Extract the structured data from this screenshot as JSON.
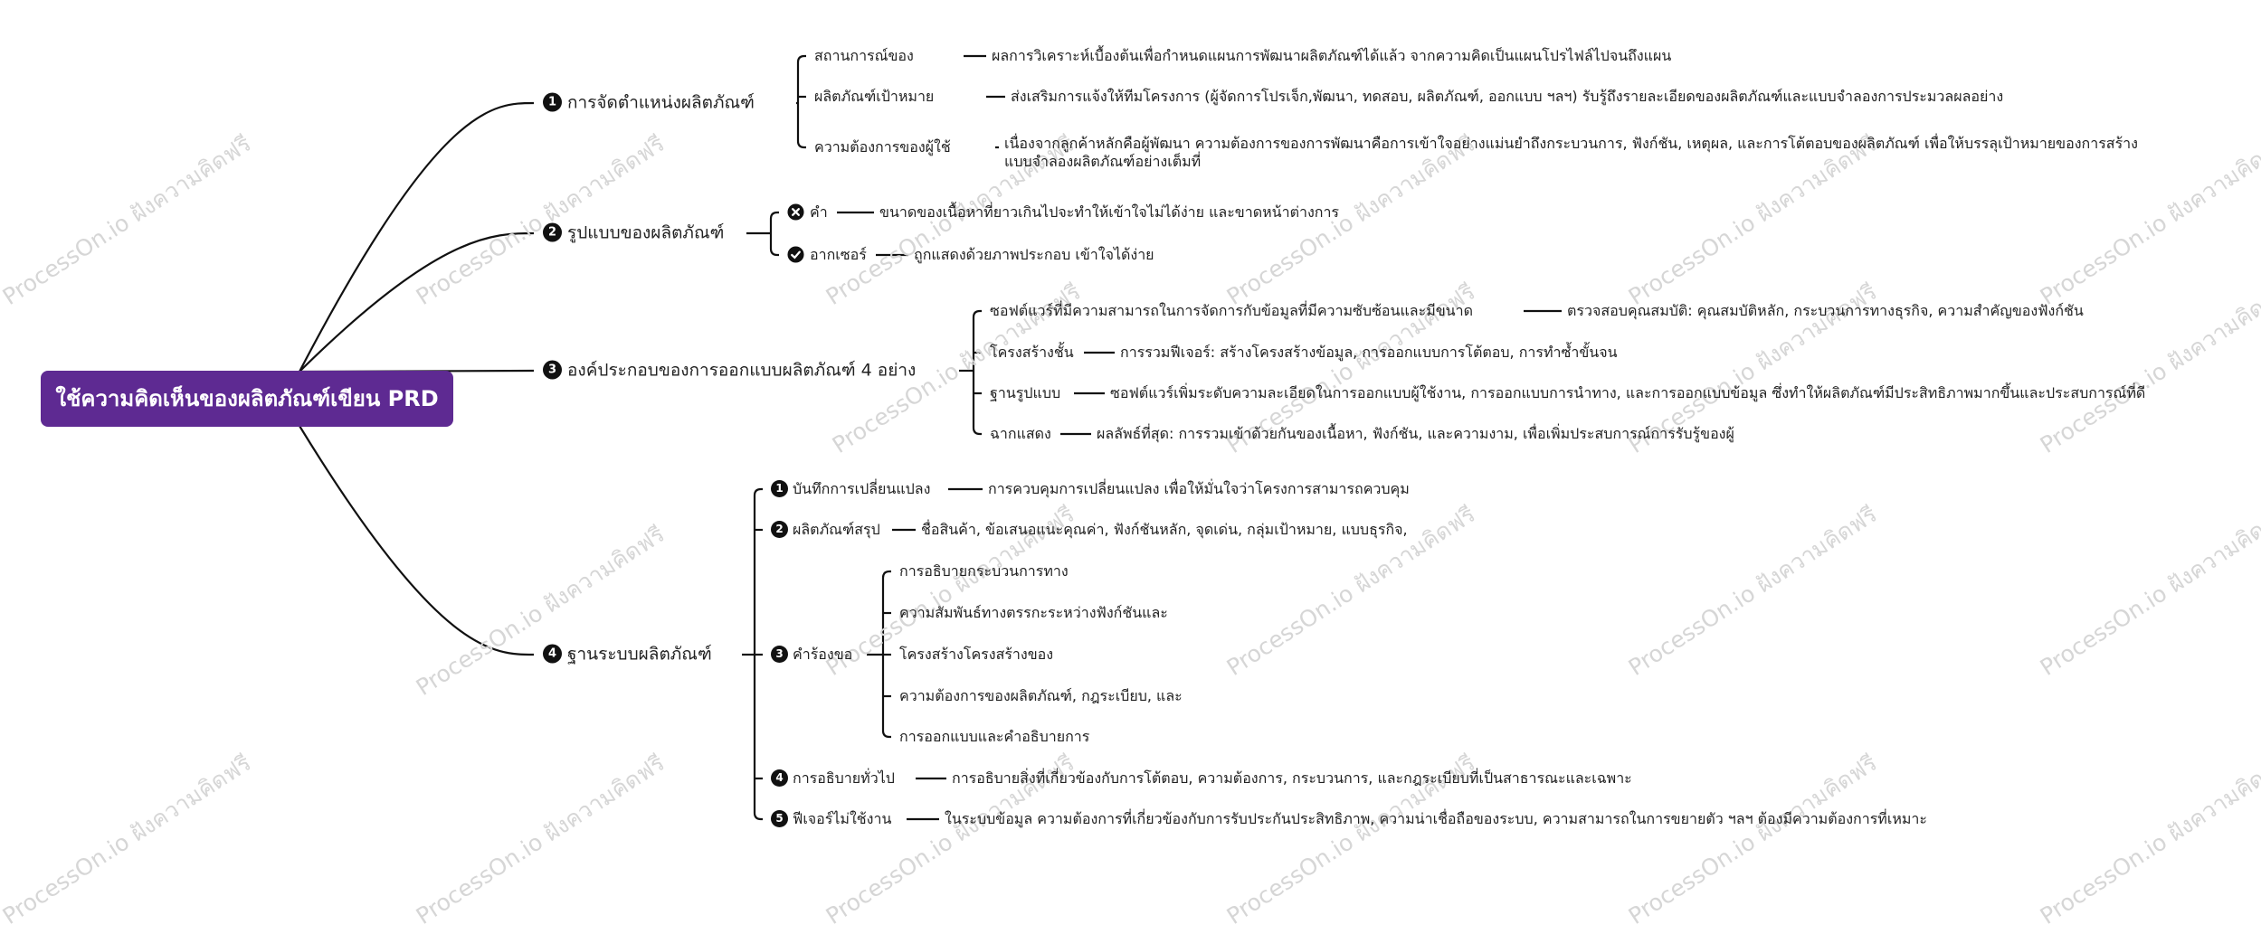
{
  "watermark": "ProcessOn.io ฝังความคิดฟรี",
  "root": {
    "label": "ใช้ความคิดเห็นของผลิตภัณฑ์เขียน PRD"
  },
  "branches": [
    {
      "num": "1",
      "label": "การจัดตำแหน่งผลิตภัณฑ์",
      "children": [
        {
          "label": "สถานการณ์ของ",
          "children": [
            {
              "label": "ผลการวิเคราะห์เบื้องต้นเพื่อกำหนดแผนการพัฒนาผลิตภัณฑ์ได้แล้ว จากความคิดเป็นแผนโปรไฟล์ไปจนถึงแผน"
            }
          ]
        },
        {
          "label": "ผลิตภัณฑ์เป้าหมาย",
          "children": [
            {
              "label": "ส่งเสริมการแจ้งให้ทีมโครงการ (ผู้จัดการโปรเจ็ก,พัฒนา, ทดสอบ, ผลิตภัณฑ์, ออกแบบ ฯลฯ) รับรู้ถึงรายละเอียดของผลิตภัณฑ์และแบบจำลองการประมวลผลอย่าง"
            }
          ]
        },
        {
          "label": "ความต้องการของผู้ใช้",
          "children": [
            {
              "lines": [
                "เนื่องจากลูกค้าหลักคือผู้พัฒนา ความต้องการของการพัฒนาคือการเข้าใจอย่างแม่นยำถึงกระบวนการ, ฟังก์ชัน, เหตุผล, และการโต้ตอบของผลิตภัณฑ์ เพื่อให้บรรลุเป้าหมายของการสร้าง",
                "แบบจำลองผลิตภัณฑ์อย่างเต็มที่"
              ]
            }
          ]
        }
      ]
    },
    {
      "num": "2",
      "label": "รูปแบบของผลิตภัณฑ์",
      "children": [
        {
          "icon": "cross-circle-icon",
          "label": "คำ",
          "children": [
            {
              "label": "ขนาดของเนื้อหาที่ยาวเกินไปจะทำให้เข้าใจไม่ได้ง่าย และขาดหน้าต่างการ"
            }
          ]
        },
        {
          "icon": "check-circle-icon",
          "label": "อากเซอร์",
          "children": [
            {
              "label": "ถูกแสดงด้วยภาพประกอบ เข้าใจได้ง่าย"
            }
          ]
        }
      ]
    },
    {
      "num": "3",
      "label": "องค์ประกอบของการออกแบบผลิตภัณฑ์ 4 อย่าง",
      "children": [
        {
          "label": "ซอฟต์แวร์ที่มีความสามารถในการจัดการกับข้อมูลที่มีความซับซ้อนและมีขนาด",
          "children": [
            {
              "label": "ตรวจสอบคุณสมบัติ: คุณสมบัติหลัก, กระบวนการทางธุรกิจ, ความสำคัญของฟังก์ชัน"
            }
          ]
        },
        {
          "label": "โครงสร้างชั้น",
          "children": [
            {
              "label": "การรวมฟีเจอร์: สร้างโครงสร้างข้อมูล, การออกแบบการโต้ตอบ, การทำซ้ำขั้นจน"
            }
          ]
        },
        {
          "label": "ฐานรูปแบบ",
          "children": [
            {
              "label": "ซอฟต์แวร์เพิ่มระดับความละเอียดในการออกแบบผู้ใช้งาน, การออกแบบการนำทาง, และการออกแบบข้อมูล ซึ่งทำให้ผลิตภัณฑ์มีประสิทธิภาพมากขึ้นและประสบการณ์ที่ดี"
            }
          ]
        },
        {
          "label": "ฉากแสดง",
          "children": [
            {
              "label": "ผลลัพธ์ที่สุด: การรวมเข้าด้วยกันของเนื้อหา, ฟังก์ชัน, และความงาม, เพื่อเพิ่มประสบการณ์การรับรู้ของผู้"
            }
          ]
        }
      ]
    },
    {
      "num": "4",
      "label": "ฐานระบบผลิตภัณฑ์",
      "children": [
        {
          "num": "1",
          "label": "บันทึกการเปลี่ยนแปลง",
          "children": [
            {
              "label": "การควบคุมการเปลี่ยนแปลง เพื่อให้มั่นใจว่าโครงการสามารถควบคุม"
            }
          ]
        },
        {
          "num": "2",
          "label": "ผลิตภัณฑ์สรุป",
          "children": [
            {
              "label": "ชื่อสินค้า, ข้อเสนอแนะคุณค่า, ฟังก์ชันหลัก, จุดเด่น, กลุ่มเป้าหมาย, แบบธุรกิจ,"
            }
          ]
        },
        {
          "num": "3",
          "label": "คำร้องขอ",
          "children": [
            {
              "label": "การอธิบายกระบวนการทาง"
            },
            {
              "label": "ความสัมพันธ์ทางตรรกะระหว่างฟังก์ชันและ"
            },
            {
              "label": "โครงสร้างโครงสร้างของ"
            },
            {
              "label": "ความต้องการของผลิตภัณฑ์, กฎระเบียบ, และ"
            },
            {
              "label": "การออกแบบและคำอธิบายการ"
            }
          ]
        },
        {
          "num": "4",
          "label": "การอธิบายทั่วไป",
          "children": [
            {
              "label": "การอธิบายสิ่งที่เกี่ยวข้องกับการโต้ตอบ, ความต้องการ, กระบวนการ, และกฎระเบียบที่เป็นสาธารณะและเฉพาะ"
            }
          ]
        },
        {
          "num": "5",
          "label": "ฟีเจอร์ไม่ใช้งาน",
          "children": [
            {
              "label": "ในระบบข้อมูล ความต้องการที่เกี่ยวข้องกับการรับประกันประสิทธิภาพ, ความน่าเชื่อถือของระบบ, ความสามารถในการขยายตัว ฯลฯ ต้องมีความต้องการที่เหมาะ"
            }
          ]
        }
      ]
    }
  ]
}
